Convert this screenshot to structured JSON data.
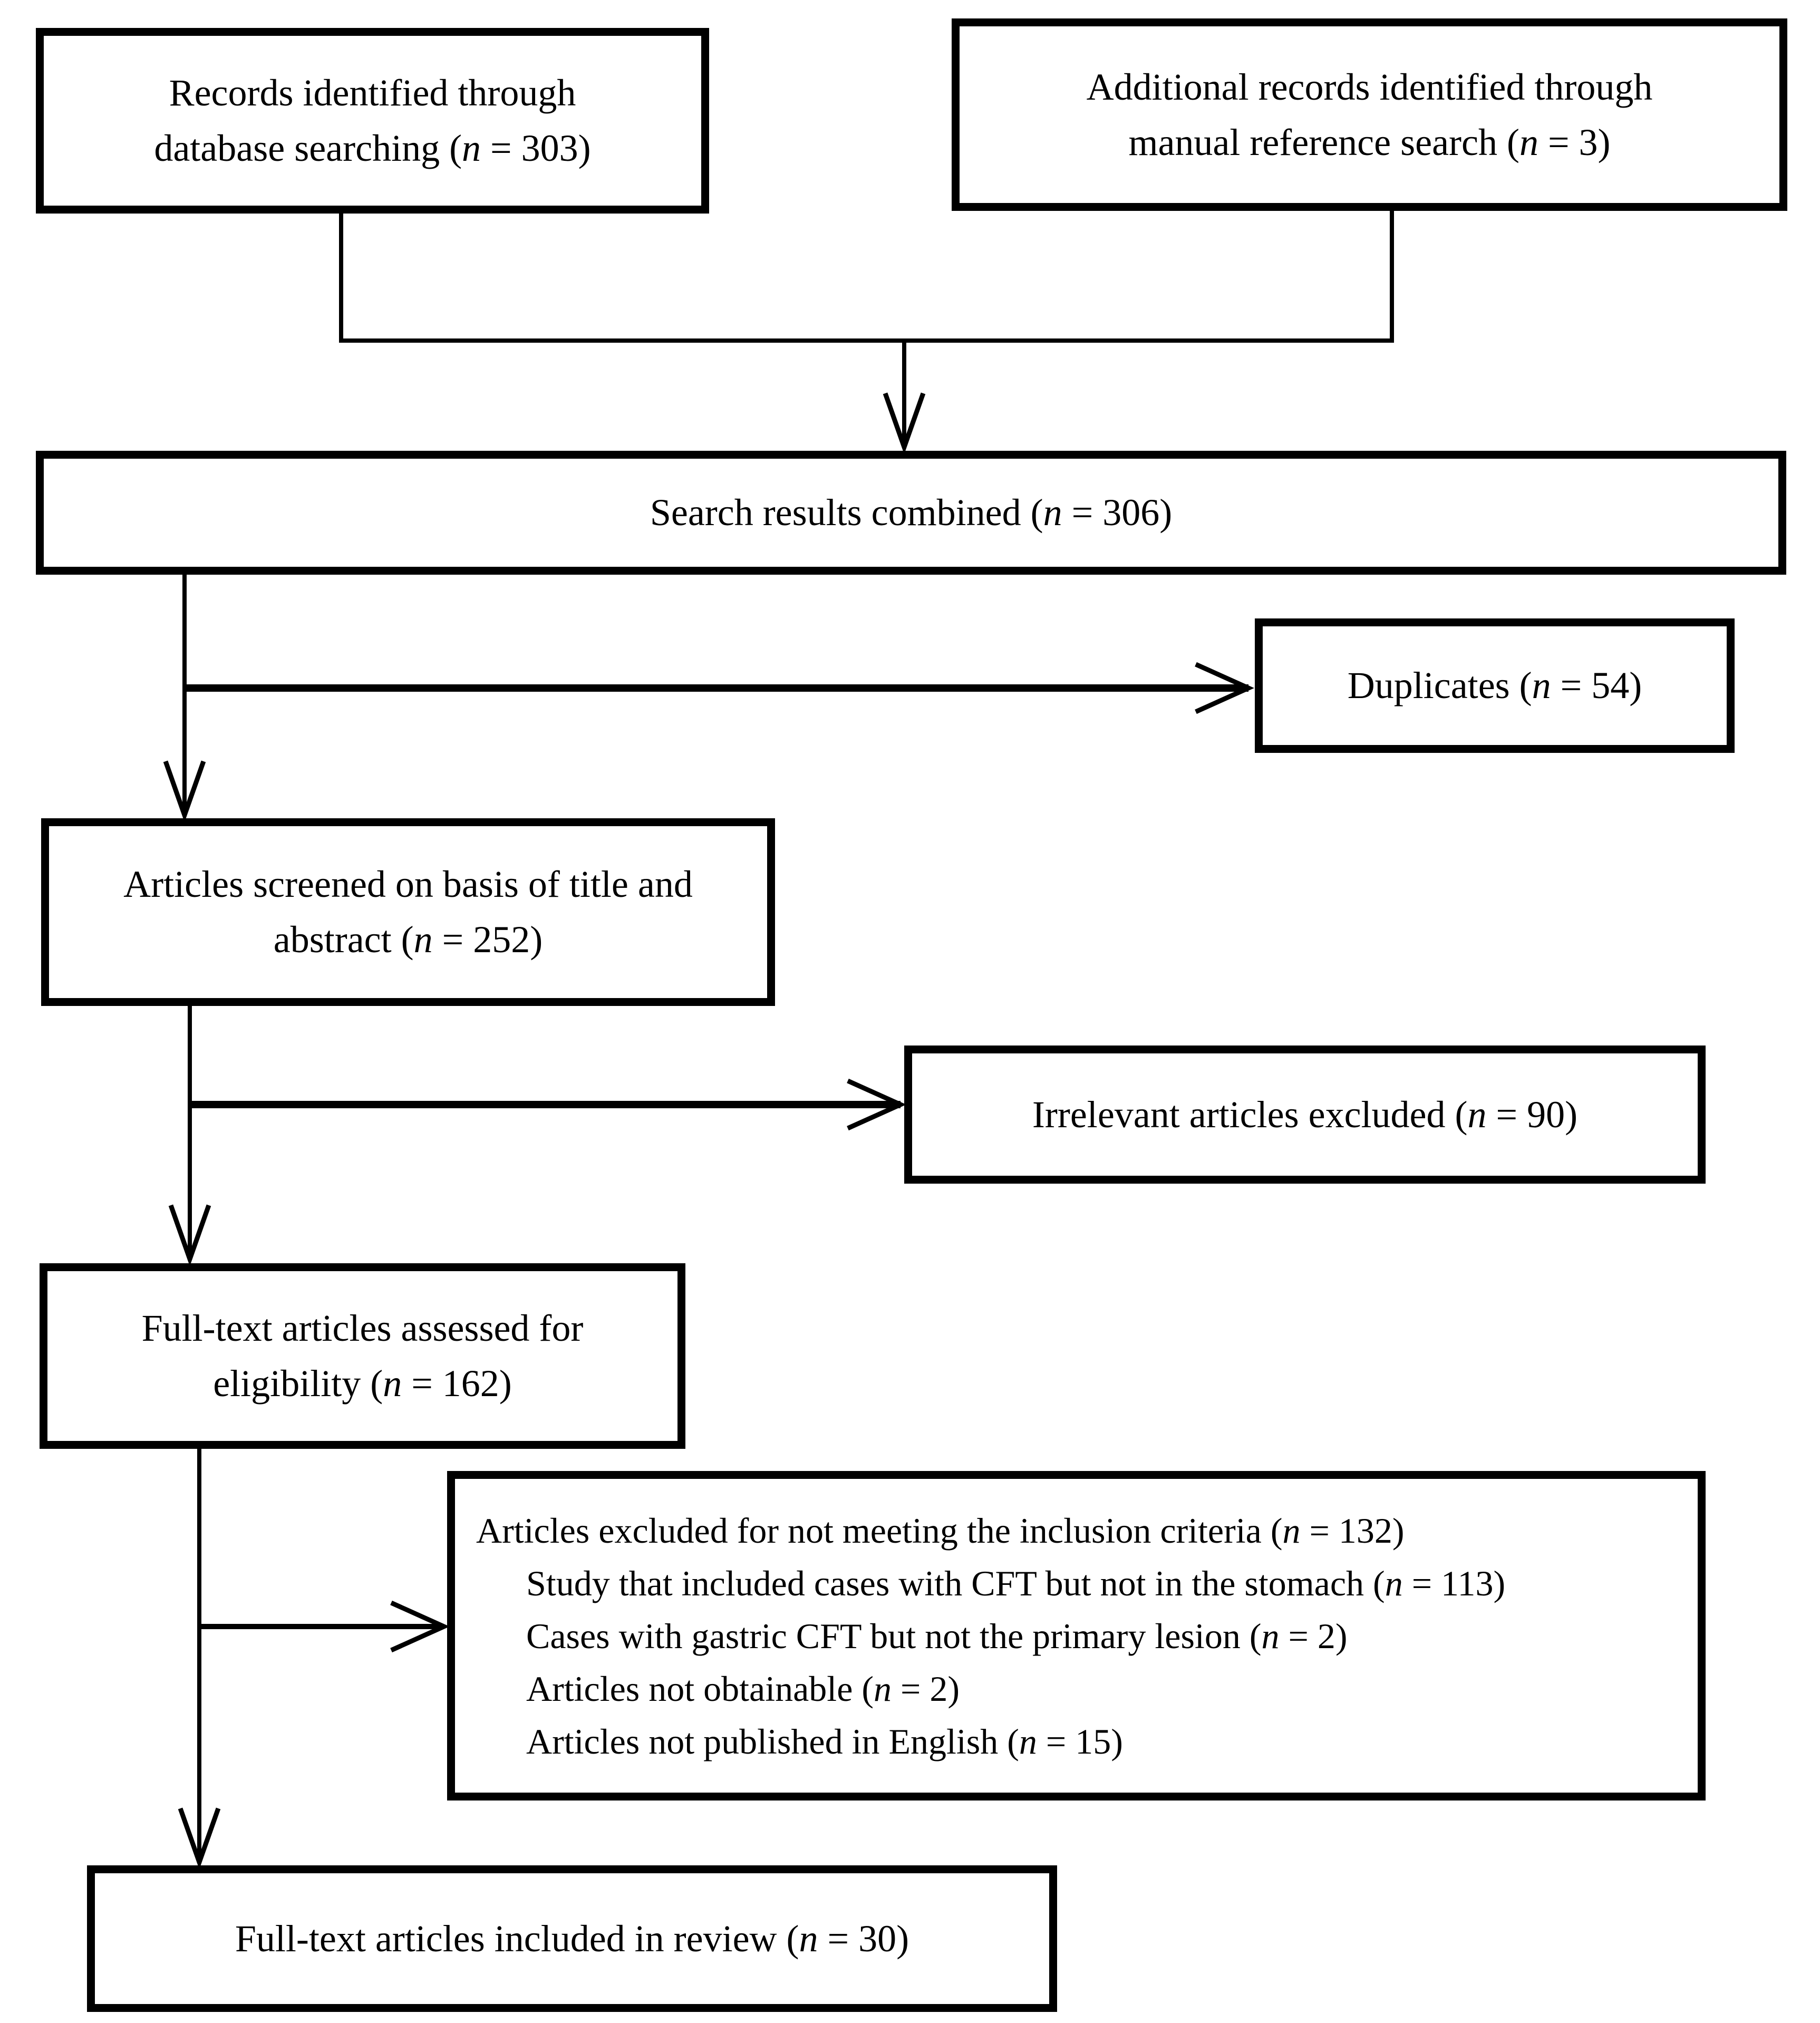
{
  "colors": {
    "line": "#000000",
    "background": "#ffffff",
    "box_fill": "#ffffff",
    "text": "#000000"
  },
  "boxes": {
    "records": {
      "count": 303,
      "lines": [
        {
          "pre": "Records identified through"
        },
        {
          "pre": "database searching (",
          "n": "n",
          "post": " = 303)"
        }
      ]
    },
    "additional": {
      "count": 3,
      "lines": [
        {
          "pre": "Additional records identified through"
        },
        {
          "pre": "manual reference search (",
          "n": "n",
          "post": " = 3)"
        }
      ]
    },
    "combined": {
      "count": 306,
      "lines": [
        {
          "pre": "Search results combined (",
          "n": "n",
          "post": " = 306)"
        }
      ]
    },
    "duplicates": {
      "count": 54,
      "lines": [
        {
          "pre": "Duplicates (",
          "n": "n",
          "post": " = 54)"
        }
      ]
    },
    "screened": {
      "count": 252,
      "lines": [
        {
          "pre": "Articles screened on basis of title and"
        },
        {
          "pre": "abstract (",
          "n": "n",
          "post": " = 252)"
        }
      ]
    },
    "irrelevant": {
      "count": 90,
      "lines": [
        {
          "pre": "Irrelevant articles excluded (",
          "n": "n",
          "post": " = 90)"
        }
      ]
    },
    "fulltext": {
      "count": 162,
      "lines": [
        {
          "pre": "Full-text articles assessed for"
        },
        {
          "pre": "eligibility (",
          "n": "n",
          "post": " = 162)"
        }
      ]
    },
    "excluded": {
      "count": 132,
      "sub_counts": [
        113,
        2,
        2,
        15
      ],
      "lines": [
        {
          "pre": "Articles excluded for not meeting the inclusion criteria (",
          "n": "n",
          "post": " = 132)"
        },
        {
          "pre": "Study that included cases with CFT but not in the stomach (",
          "n": "n",
          "post": " = 113)"
        },
        {
          "pre": "Cases with gastric CFT but not the primary lesion (",
          "n": "n",
          "post": " = 2)"
        },
        {
          "pre": "Articles not obtainable (",
          "n": "n",
          "post": " = 2)"
        },
        {
          "pre": "Articles not published in English (",
          "n": "n",
          "post": " = 15)"
        }
      ]
    },
    "included": {
      "count": 30,
      "lines": [
        {
          "pre": "Full-text articles included in review (",
          "n": "n",
          "post": " = 30)"
        }
      ]
    }
  },
  "edges": [
    {
      "from": "records",
      "to": "combined"
    },
    {
      "from": "additional",
      "to": "combined"
    },
    {
      "from": "combined",
      "to": "duplicates"
    },
    {
      "from": "combined",
      "to": "screened"
    },
    {
      "from": "screened",
      "to": "irrelevant"
    },
    {
      "from": "screened",
      "to": "fulltext"
    },
    {
      "from": "fulltext",
      "to": "excluded"
    },
    {
      "from": "fulltext",
      "to": "included"
    }
  ]
}
